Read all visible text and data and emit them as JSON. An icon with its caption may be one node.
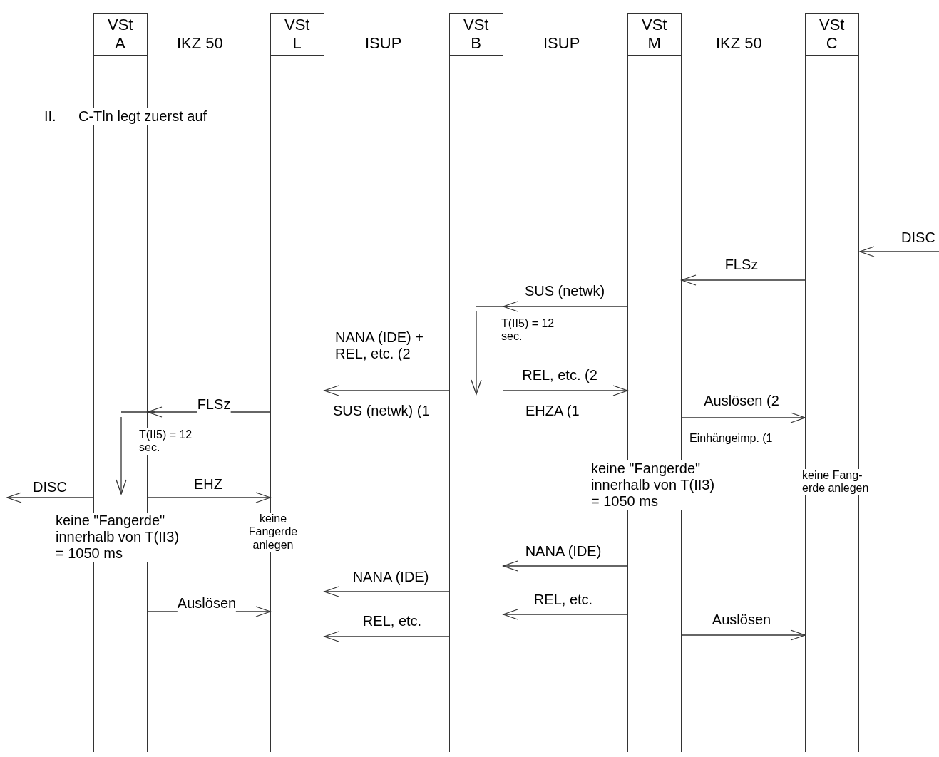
{
  "diagram": {
    "nodes": [
      {
        "text": [
          "VSt A"
        ]
      },
      {
        "text": [
          "VSt L"
        ]
      },
      {
        "text": [
          "VSt B"
        ]
      },
      {
        "text": [
          "VSt M"
        ]
      },
      {
        "text": [
          "VSt C"
        ]
      }
    ],
    "edges": [
      {
        "from": null,
        "to": 4,
        "arrow": "to",
        "label": "DISC"
      },
      {
        "from": 4,
        "to": 3,
        "arrow": "to",
        "label": "FLSz"
      },
      {
        "from": 3,
        "to": 2,
        "arrow": "to",
        "label": "SUS (netwk)"
      },
      {
        "from": 2,
        "to": 1,
        "arrow": "to",
        "label": "NANA (IDE) + REL, etc. (2"
      },
      {
        "from": 2,
        "to": 3,
        "arrow": "to",
        "label": "REL, etc. (2"
      },
      {
        "from": 1,
        "to": 0,
        "arrow": "to",
        "label": "FLSz"
      },
      {
        "from": 3,
        "to": 4,
        "arrow": "to",
        "label": "Auslösen (2"
      },
      {
        "from": 0,
        "to": null,
        "arrow": "to",
        "label": "DISC"
      },
      {
        "from": 0,
        "to": 1,
        "arrow": "to",
        "label": "EHZ"
      },
      {
        "from": 3,
        "to": 2,
        "arrow": "to",
        "label": "NANA (IDE)"
      },
      {
        "from": 2,
        "to": 1,
        "arrow": "to",
        "label": "NANA (IDE)"
      },
      {
        "from": 0,
        "to": 1,
        "arrow": "to",
        "label": "Auslösen"
      },
      {
        "from": 3,
        "to": 2,
        "arrow": "to",
        "label": "REL, etc."
      },
      {
        "from": 2,
        "to": 1,
        "arrow": "to",
        "label": "REL, etc."
      },
      {
        "from": 3,
        "to": 4,
        "arrow": "to",
        "label": "Auslösen"
      }
    ],
    "labels": [
      "IKZ 50",
      "ISUP",
      "ISUP",
      "IKZ 50",
      "II.",
      "C-Tln legt zuerst auf",
      "T(II5) = 12 sec.",
      "SUS (netwk) (1",
      "EHZA (1",
      "T(II5) = 12 sec.",
      "Einhängeimp. (1",
      "keine \"Fangerde\" innerhalb von T(II3) = 1050 ms",
      "keine Fang- erde anlegen",
      "keine \"Fangerde\" innerhalb von T(II3) = 1050 ms",
      "keine Fangerde anlegen"
    ]
  }
}
